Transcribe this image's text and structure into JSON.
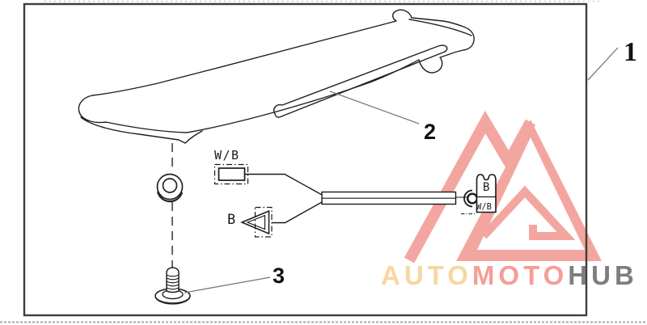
{
  "figure": {
    "callouts": {
      "frame": "1",
      "spoiler_blade": "2",
      "mount_screw": "3"
    },
    "harness": {
      "top_branch": "W/B",
      "bottom_branch": "B",
      "plug_top": "B",
      "plug_bottom": "W/B"
    }
  },
  "watermark": {
    "word_part_1": "AUTO",
    "word_part_2": "MOTO",
    "word_part_3": "HUB",
    "word_color_1": "#f8d6a0",
    "word_color_2": "#f59d97",
    "word_color_3": "#7e7e7e",
    "logo_color": "#f3a69f"
  },
  "colors": {
    "line": "#1f1f1f",
    "leader": "#7a7a7a",
    "frame_border": "#3d3d3d"
  }
}
